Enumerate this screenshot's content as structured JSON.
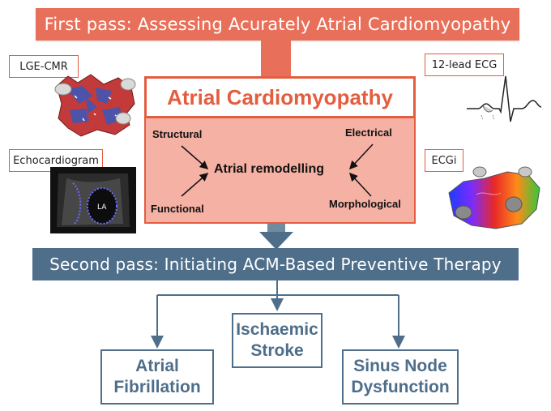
{
  "first_pass": {
    "title": "First pass: Assessing Acurately Atrial Cardiomyopathy"
  },
  "inputs": {
    "lge_cmr": "LGE-CMR",
    "ecg12": "12-lead ECG",
    "echo": "Echocardiogram",
    "echo_la_label": "LA",
    "ecgi": "ECGi"
  },
  "acm": {
    "title": "Atrial Cardiomyopathy",
    "remodelling": "Atrial remodelling",
    "structural": "Structural",
    "functional": "Functional",
    "electrical": "Electrical",
    "morphological": "Morphological"
  },
  "second_pass": {
    "title": "Second pass: Initiating ACM-Based Preventive Therapy"
  },
  "outcomes": {
    "af_line1": "Atrial",
    "af_line2": "Fibrillation",
    "stroke_line1": "Ischaemic",
    "stroke_line2": "Stroke",
    "snd_line1": "Sinus Node",
    "snd_line2": "Dysfunction"
  },
  "colors": {
    "first_pass": "#e8705a",
    "acm_border": "#e35d3f",
    "acm_fill": "#f5b1a3",
    "second_pass": "#4e6e8a"
  }
}
